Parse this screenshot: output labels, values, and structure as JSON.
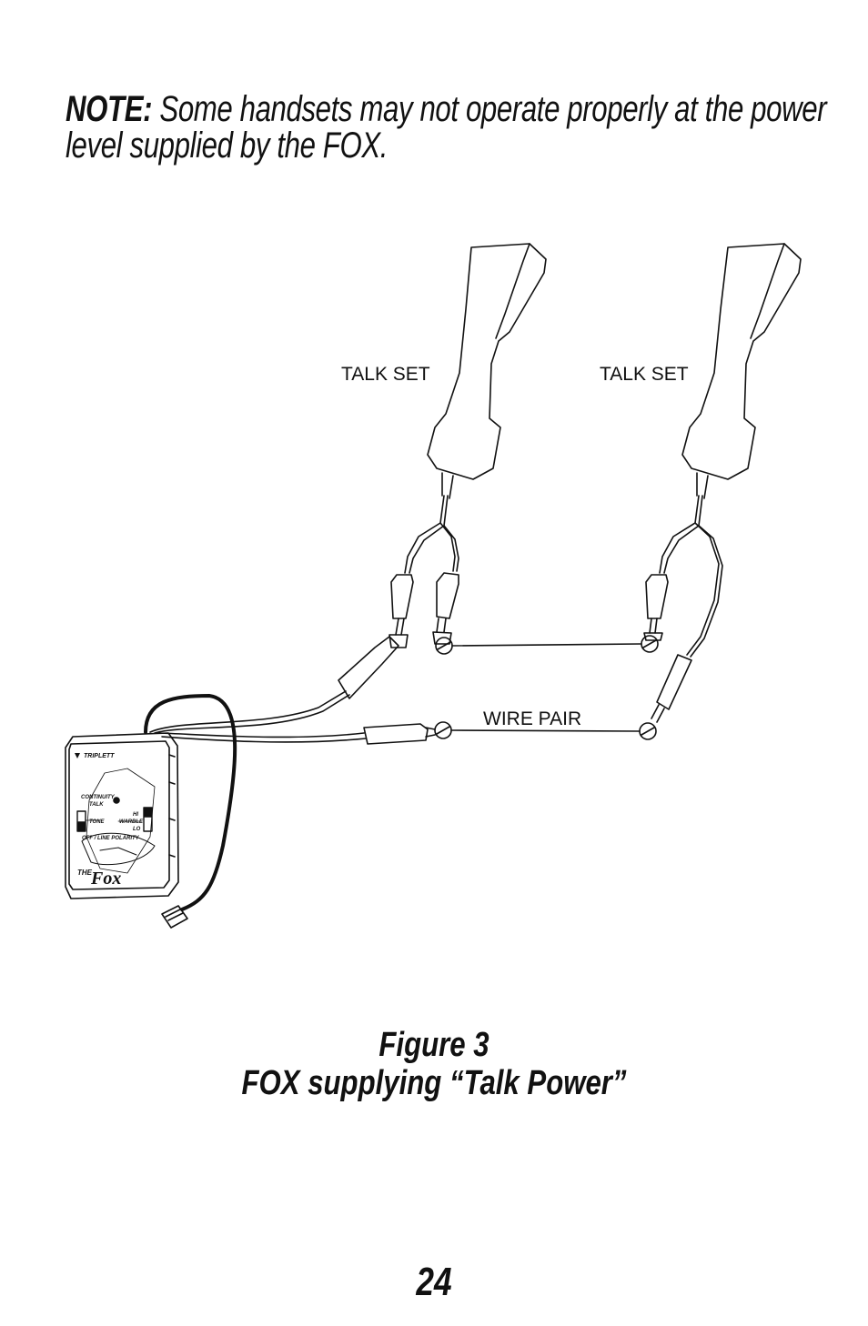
{
  "note": {
    "lead": "NOTE:",
    "line1": "Some handsets may not operate properly at the power",
    "line2": "level supplied by the FOX."
  },
  "figure": {
    "labels": {
      "talk_set_left": "TALK SET",
      "talk_set_right": "TALK SET",
      "wire_pair": "WIRE PAIR"
    },
    "device": {
      "brand": "TRIPLETT",
      "continuity": "CONTINUITY",
      "talk": "TALK",
      "tone": "TONE",
      "off_line_polarity": "OFF / LINE POLARITY",
      "hi": "HI",
      "warble": "WARBLE",
      "lo": "LO",
      "logo_the": "THE",
      "logo_fox": "Fox"
    }
  },
  "caption": {
    "line1": "Figure 3",
    "line2": "FOX supplying “Talk Power”"
  },
  "page_number": "24"
}
